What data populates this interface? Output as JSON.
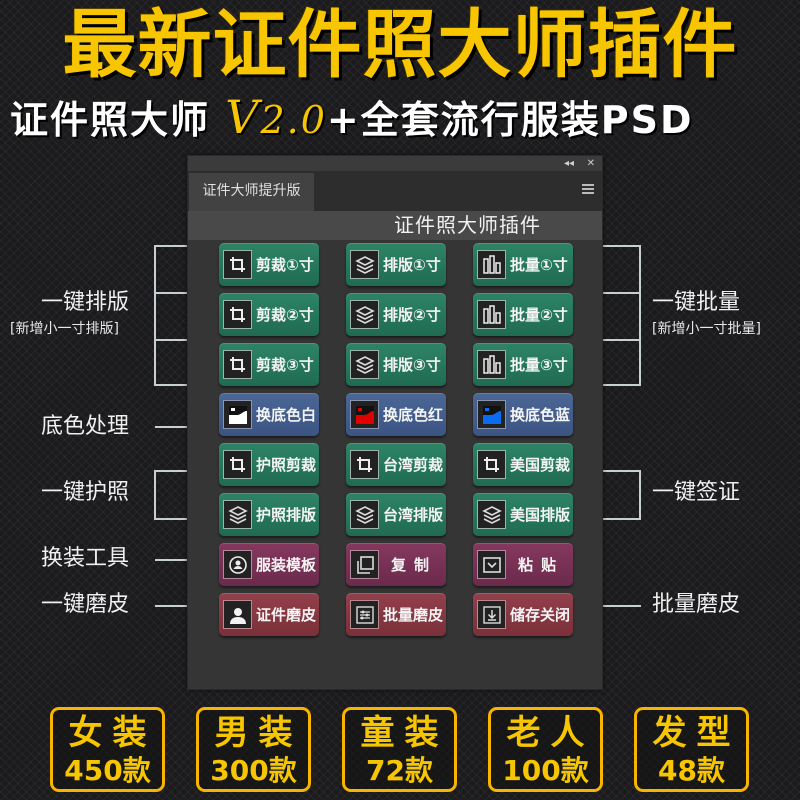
{
  "banner": {
    "headline": "最新证件照大师插件",
    "sub_prefix": "证件照大师",
    "version_v": "V",
    "version_num": "2.0",
    "sub_suffix": "+全套流行服装PSD"
  },
  "panel": {
    "controls": {
      "collapse": "◂◂",
      "close": "✕"
    },
    "tab_label": "证件大师提升版",
    "header_title": "证件照大师插件",
    "buttons": [
      {
        "label": "剪裁①寸",
        "icon": "crop-icon",
        "color": "green"
      },
      {
        "label": "排版①寸",
        "icon": "layers-icon",
        "color": "green"
      },
      {
        "label": "批量①寸",
        "icon": "bars-icon",
        "color": "green"
      },
      {
        "label": "剪裁②寸",
        "icon": "crop-icon",
        "color": "green"
      },
      {
        "label": "排版②寸",
        "icon": "layers-icon",
        "color": "green"
      },
      {
        "label": "批量②寸",
        "icon": "bars-icon",
        "color": "green"
      },
      {
        "label": "剪裁③寸",
        "icon": "crop-icon",
        "color": "green"
      },
      {
        "label": "排版③寸",
        "icon": "layers-icon",
        "color": "green"
      },
      {
        "label": "批量③寸",
        "icon": "bars-icon",
        "color": "green"
      },
      {
        "label": "换底色白",
        "icon": "image-white-icon",
        "color": "blue",
        "swatch": "#ffffff"
      },
      {
        "label": "换底色红",
        "icon": "image-red-icon",
        "color": "blue",
        "swatch": "#e00000"
      },
      {
        "label": "换底色蓝",
        "icon": "image-blue-icon",
        "color": "blue",
        "swatch": "#0a6cf0"
      },
      {
        "label": "护照剪裁",
        "icon": "crop-icon",
        "color": "green"
      },
      {
        "label": "台湾剪裁",
        "icon": "crop-icon",
        "color": "green"
      },
      {
        "label": "美国剪裁",
        "icon": "crop-icon",
        "color": "green"
      },
      {
        "label": "护照排版",
        "icon": "layers-icon",
        "color": "green"
      },
      {
        "label": "台湾排版",
        "icon": "layers-icon",
        "color": "green"
      },
      {
        "label": "美国排版",
        "icon": "layers-icon",
        "color": "green"
      },
      {
        "label": "服装模板",
        "icon": "user-circle-icon",
        "color": "purple"
      },
      {
        "label": "复制",
        "icon": "copy-icon",
        "color": "purple"
      },
      {
        "label": "粘贴",
        "icon": "paste-icon",
        "color": "purple"
      },
      {
        "label": "证件磨皮",
        "icon": "person-icon",
        "color": "red"
      },
      {
        "label": "批量磨皮",
        "icon": "sliders-icon",
        "color": "red"
      },
      {
        "label": "储存关闭",
        "icon": "download-icon",
        "color": "red"
      }
    ]
  },
  "annotations": {
    "left": [
      {
        "label": "一键排版",
        "sub": "[新增小一寸排版]"
      },
      {
        "label": "底色处理"
      },
      {
        "label": "一键护照"
      },
      {
        "label": "换装工具"
      },
      {
        "label": "一键磨皮"
      }
    ],
    "right": [
      {
        "label": "一键批量",
        "sub": "[新增小一寸批量]"
      },
      {
        "label": "一键签证"
      },
      {
        "label": "批量磨皮"
      }
    ]
  },
  "badges": [
    {
      "title": "女装",
      "count": "450款"
    },
    {
      "title": "男装",
      "count": "300款"
    },
    {
      "title": "童装",
      "count": "72款"
    },
    {
      "title": "老人",
      "count": "100款"
    },
    {
      "title": "发型",
      "count": "48款"
    }
  ],
  "colors": {
    "accent_yellow": "#f7c600",
    "btn_green": "#267a5c",
    "btn_blue": "#445e8c",
    "btn_purple": "#7a3156",
    "btn_red": "#863842",
    "panel_bg": "#353535"
  }
}
